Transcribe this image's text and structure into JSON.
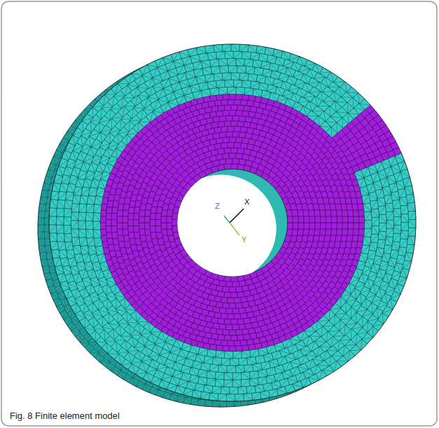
{
  "diagram": {
    "caption": "Fig. 8 Finite element model",
    "labels": [
      "Z",
      "X",
      "Y"
    ]
  }
}
